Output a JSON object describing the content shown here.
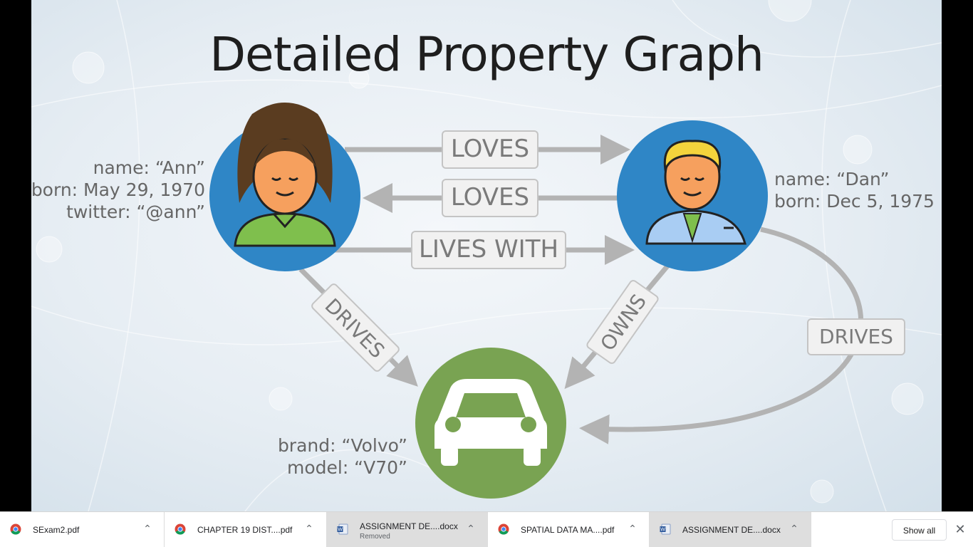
{
  "slide": {
    "title": "Detailed Property Graph",
    "nodes": {
      "ann": {
        "props": [
          "name: “Ann”",
          "born: May 29, 1970",
          "twitter: “@ann”"
        ]
      },
      "dan": {
        "props": [
          "name: “Dan”",
          "born:  Dec 5, 1975"
        ]
      },
      "car": {
        "props": [
          "brand: “Volvo”",
          "model: “V70”"
        ]
      }
    },
    "relationships": {
      "loves_1": "LOVES",
      "loves_2": "LOVES",
      "lives_with": "LIVES WITH",
      "drives_ann": "DRIVES",
      "owns": "OWNS",
      "drives_dan": "DRIVES"
    },
    "colors": {
      "person_node": "#2f86c6",
      "car_node": "#79a352",
      "edge": "#b3b3b3"
    }
  },
  "downloads": [
    {
      "name": "SExam2.pdf",
      "icon": "chrome-icon",
      "status": ""
    },
    {
      "name": "CHAPTER 19 DIST....pdf",
      "icon": "chrome-icon",
      "status": ""
    },
    {
      "name": "ASSIGNMENT DE....docx",
      "icon": "word-icon",
      "status": "Removed"
    },
    {
      "name": "SPATIAL DATA MA....pdf",
      "icon": "chrome-icon",
      "status": ""
    },
    {
      "name": "ASSIGNMENT DE....docx",
      "icon": "word-icon",
      "status": ""
    }
  ],
  "show_all_label": "Show all"
}
